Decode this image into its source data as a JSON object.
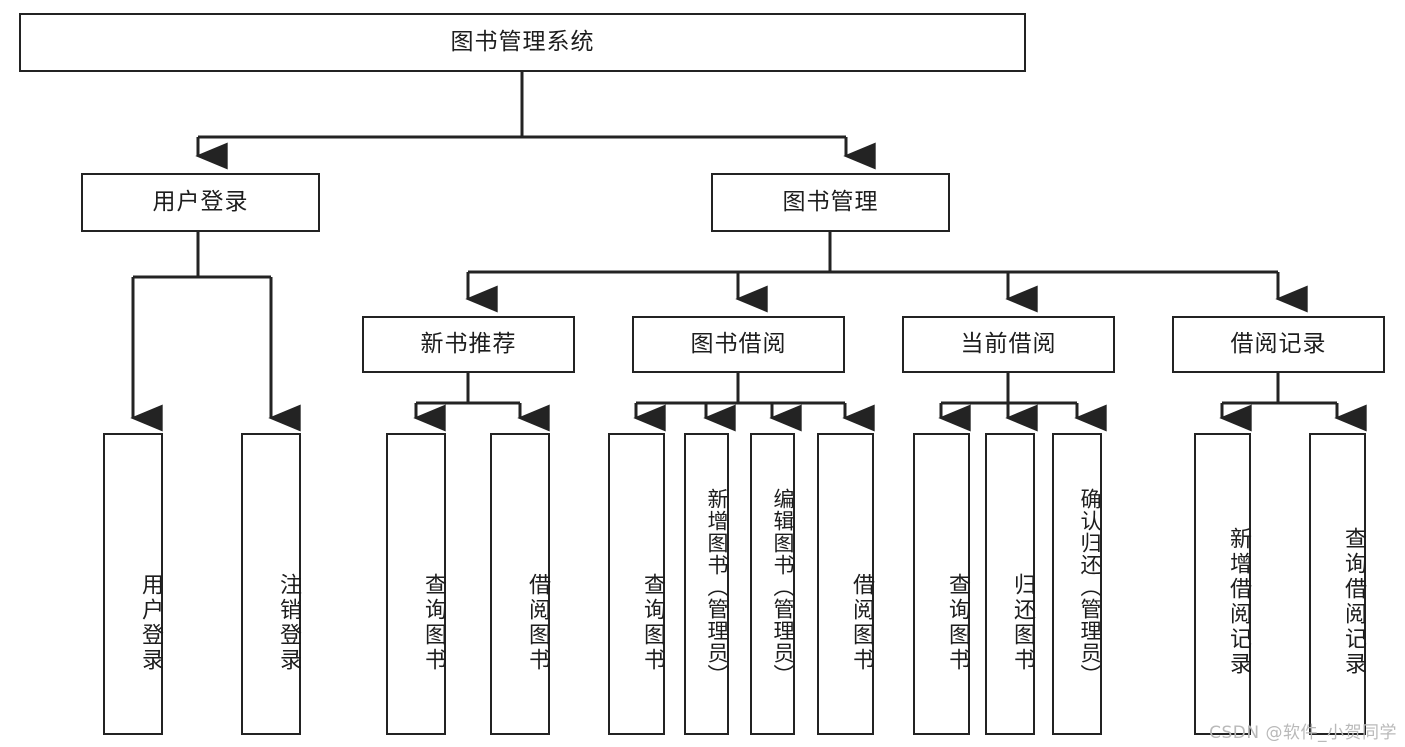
{
  "diagram": {
    "title": "图书管理系统",
    "type": "tree",
    "root": {
      "id": "root",
      "label": "图书管理系统"
    },
    "level2": [
      {
        "id": "user-login",
        "label": "用户登录"
      },
      {
        "id": "book-manage",
        "label": "图书管理"
      }
    ],
    "level3": [
      {
        "id": "new-book-recommend",
        "label": "新书推荐",
        "parent": "book-manage"
      },
      {
        "id": "book-borrow",
        "label": "图书借阅",
        "parent": "book-manage"
      },
      {
        "id": "current-borrow",
        "label": "当前借阅",
        "parent": "book-manage"
      },
      {
        "id": "borrow-record",
        "label": "借阅记录",
        "parent": "book-manage"
      }
    ],
    "leaves": [
      {
        "id": "leaf-user-login",
        "label": "用户登录",
        "parent": "user-login"
      },
      {
        "id": "leaf-user-logout",
        "label": "注销登录",
        "parent": "user-login"
      },
      {
        "id": "leaf-query-book-1",
        "label": "查询图书",
        "parent": "new-book-recommend"
      },
      {
        "id": "leaf-borrow-book-1",
        "label": "借阅图书",
        "parent": "new-book-recommend"
      },
      {
        "id": "leaf-query-book-2",
        "label": "查询图书",
        "parent": "book-borrow"
      },
      {
        "id": "leaf-add-book",
        "label": "新增图书（管理员）",
        "parent": "book-borrow"
      },
      {
        "id": "leaf-edit-book",
        "label": "编辑图书（管理员）",
        "parent": "book-borrow"
      },
      {
        "id": "leaf-borrow-book-2",
        "label": "借阅图书",
        "parent": "book-borrow"
      },
      {
        "id": "leaf-query-book-3",
        "label": "查询图书",
        "parent": "current-borrow"
      },
      {
        "id": "leaf-return-book",
        "label": "归还图书",
        "parent": "current-borrow"
      },
      {
        "id": "leaf-confirm-return",
        "label": "确认归还（管理员）",
        "parent": "current-borrow"
      },
      {
        "id": "leaf-add-record",
        "label": "新增借阅记录",
        "parent": "borrow-record"
      },
      {
        "id": "leaf-query-record",
        "label": "查询借阅记录",
        "parent": "borrow-record"
      }
    ],
    "colors": {
      "stroke": "#232323",
      "fill": "#ffffff",
      "text": "#1d1d1d",
      "watermark": "#b9b9b9"
    }
  },
  "watermark": {
    "text": "CSDN @软件_小贺同学"
  }
}
